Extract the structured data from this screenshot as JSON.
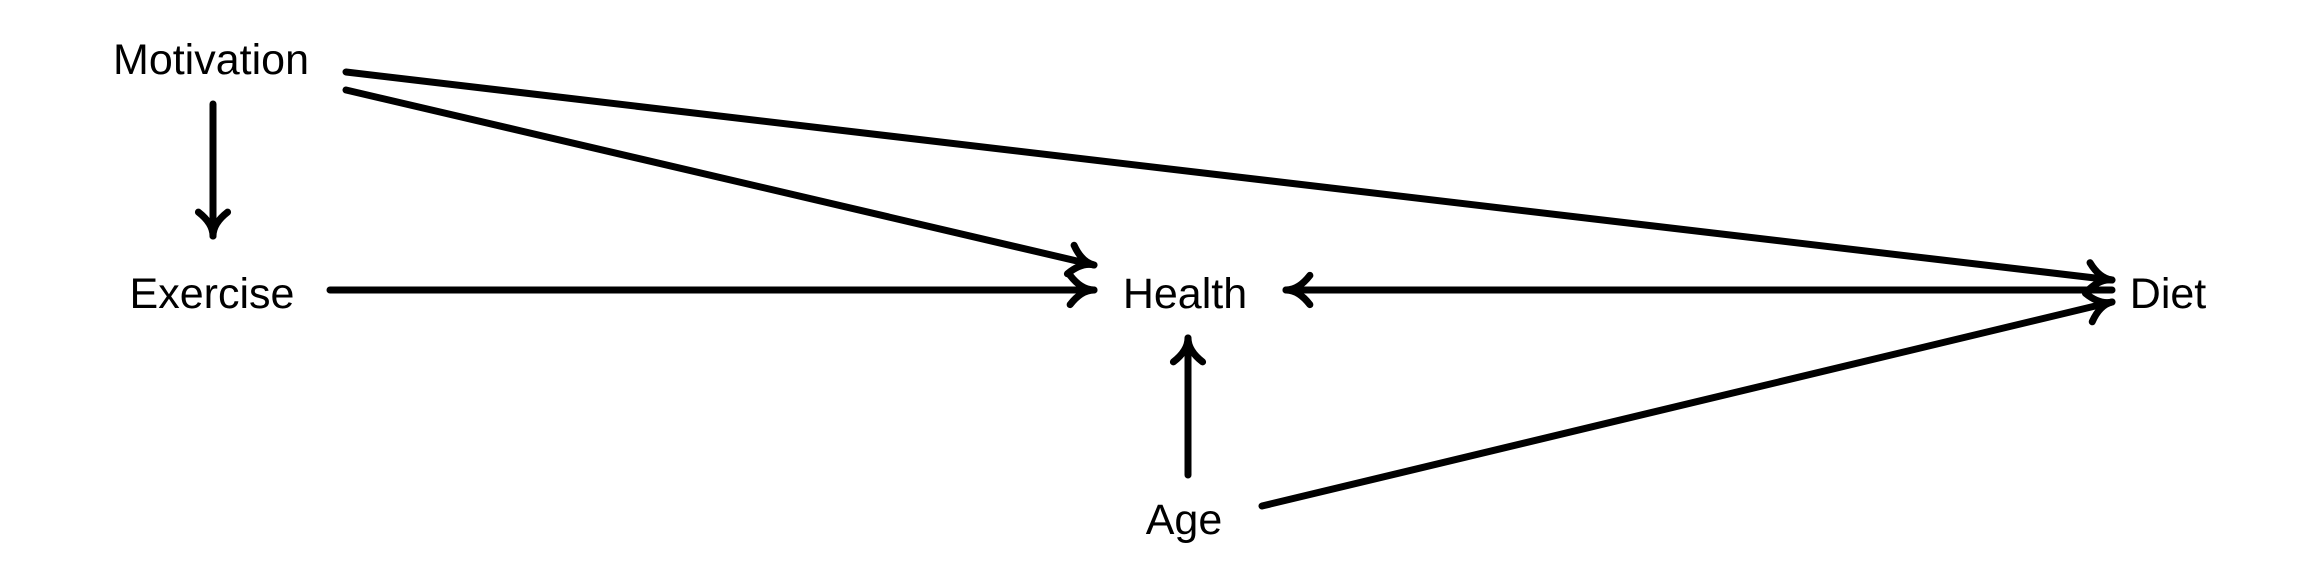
{
  "diagram": {
    "nodes": [
      {
        "id": "motivation",
        "label": "Motivation"
      },
      {
        "id": "exercise",
        "label": "Exercise"
      },
      {
        "id": "health",
        "label": "Health"
      },
      {
        "id": "diet",
        "label": "Diet"
      },
      {
        "id": "age",
        "label": "Age"
      }
    ],
    "edges": [
      {
        "from": "motivation",
        "to": "exercise"
      },
      {
        "from": "motivation",
        "to": "health"
      },
      {
        "from": "motivation",
        "to": "diet"
      },
      {
        "from": "exercise",
        "to": "health"
      },
      {
        "from": "diet",
        "to": "health"
      },
      {
        "from": "age",
        "to": "health"
      },
      {
        "from": "age",
        "to": "diet"
      }
    ]
  },
  "colors": {
    "stroke": "#000000",
    "text": "#000000",
    "background": "#ffffff"
  }
}
